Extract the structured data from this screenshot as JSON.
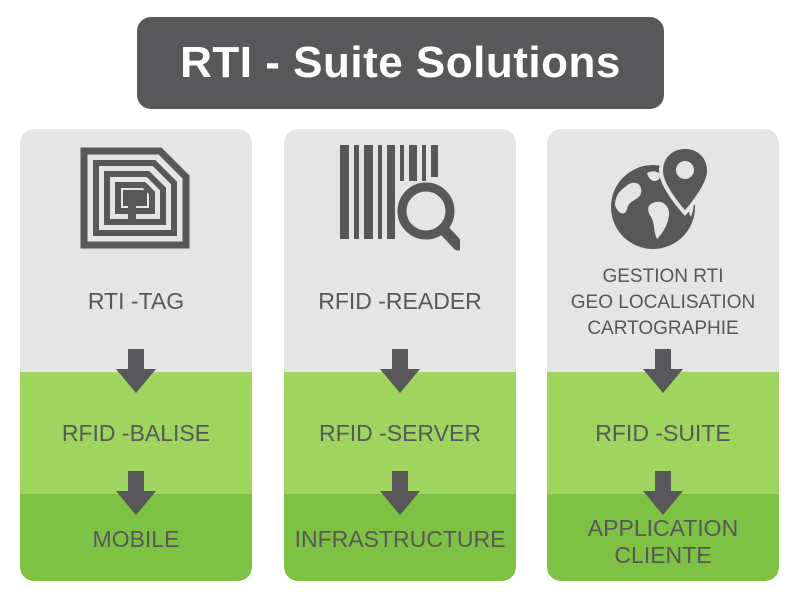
{
  "title": "RTI - Suite Solutions",
  "colors": {
    "title_bg": "#58585b",
    "title_text": "#ffffff",
    "top_section": "#e5e5e5",
    "middle_section": "#9fd45e",
    "bottom_section": "#7dc242",
    "icon_and_text": "#58585b"
  },
  "columns": [
    {
      "icon": "rfid-chip-icon",
      "top_lines": [
        "RTI -TAG"
      ],
      "middle": "RFID -BALISE",
      "bottom_lines": [
        "MOBILE"
      ]
    },
    {
      "icon": "barcode-search-icon",
      "top_lines": [
        "RFID -READER"
      ],
      "middle": "RFID -SERVER",
      "bottom_lines": [
        "INFRASTRUCTURE"
      ]
    },
    {
      "icon": "globe-location-pin-icon",
      "top_lines": [
        "GESTION RTI",
        "GEO LOCALISATION",
        "CARTOGRAPHIE"
      ],
      "middle": "RFID -SUITE",
      "bottom_lines": [
        "APPLICATION",
        "CLIENTE"
      ]
    }
  ]
}
